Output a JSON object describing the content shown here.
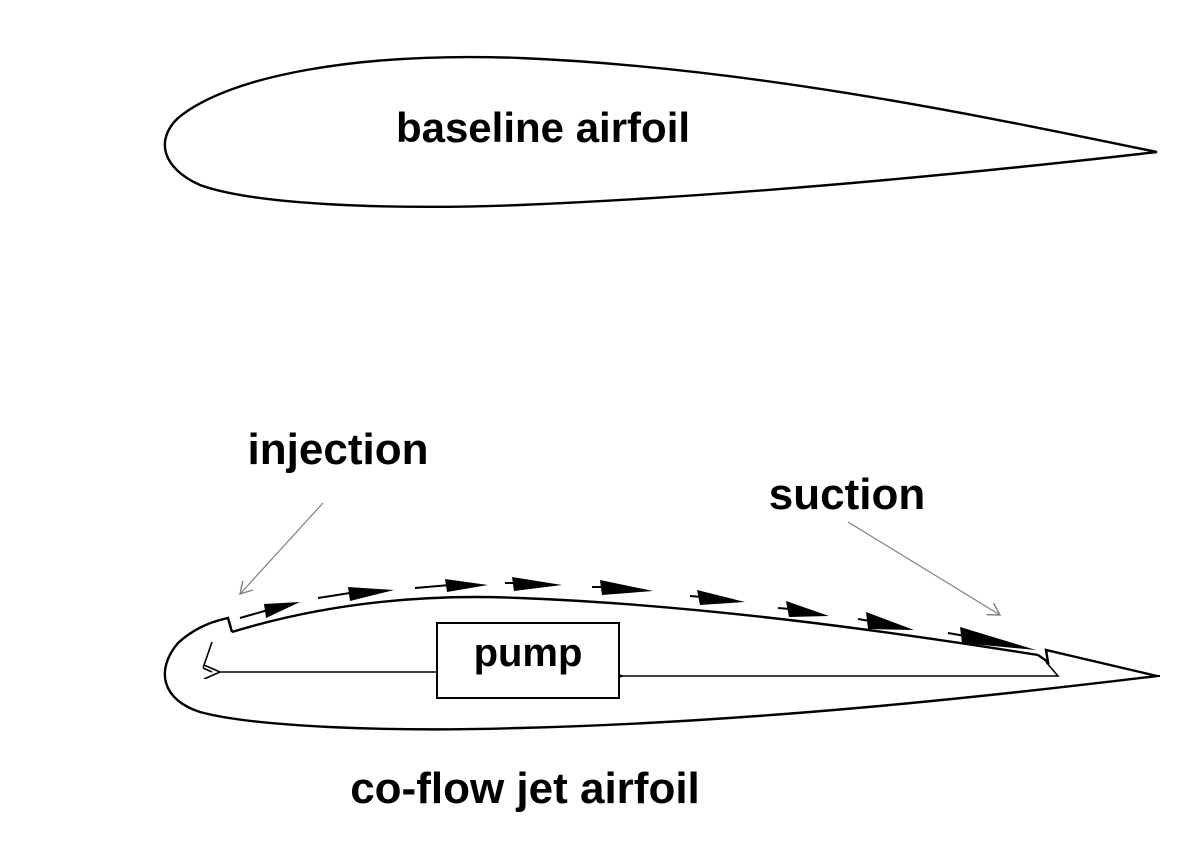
{
  "labels": {
    "baseline": "baseline airfoil",
    "injection": "injection",
    "suction": "suction",
    "pump": "pump",
    "coflow": "co-flow jet airfoil"
  },
  "colors": {
    "outline": "#000000",
    "pointer": "#808080",
    "background": "#ffffff"
  }
}
